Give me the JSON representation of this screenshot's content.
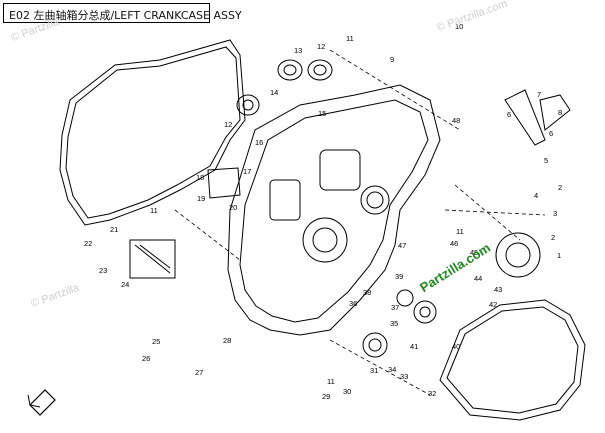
{
  "title": {
    "code": "E02",
    "name": "左曲轴箱分总成/LEFT CRANKCASE ASSY"
  },
  "watermarks": [
    "© Partzilla",
    "© Partzilla.com",
    "Partzilla.com"
  ],
  "callouts": [
    "1",
    "2",
    "3",
    "4",
    "5",
    "6",
    "7",
    "8",
    "9",
    "10",
    "11",
    "12",
    "13",
    "14",
    "15",
    "16",
    "17",
    "18",
    "19",
    "20",
    "21",
    "22",
    "23",
    "24",
    "25",
    "26",
    "27",
    "28",
    "29",
    "30",
    "31",
    "32",
    "33",
    "34",
    "35",
    "36",
    "37",
    "38",
    "39",
    "40",
    "41",
    "42",
    "43",
    "44",
    "45",
    "46",
    "47",
    "48"
  ],
  "colors": {
    "line": "#000000",
    "watermark": "#d0d0d0",
    "brand": "#1a8a1a"
  },
  "icons": [
    "arrow-icon"
  ]
}
